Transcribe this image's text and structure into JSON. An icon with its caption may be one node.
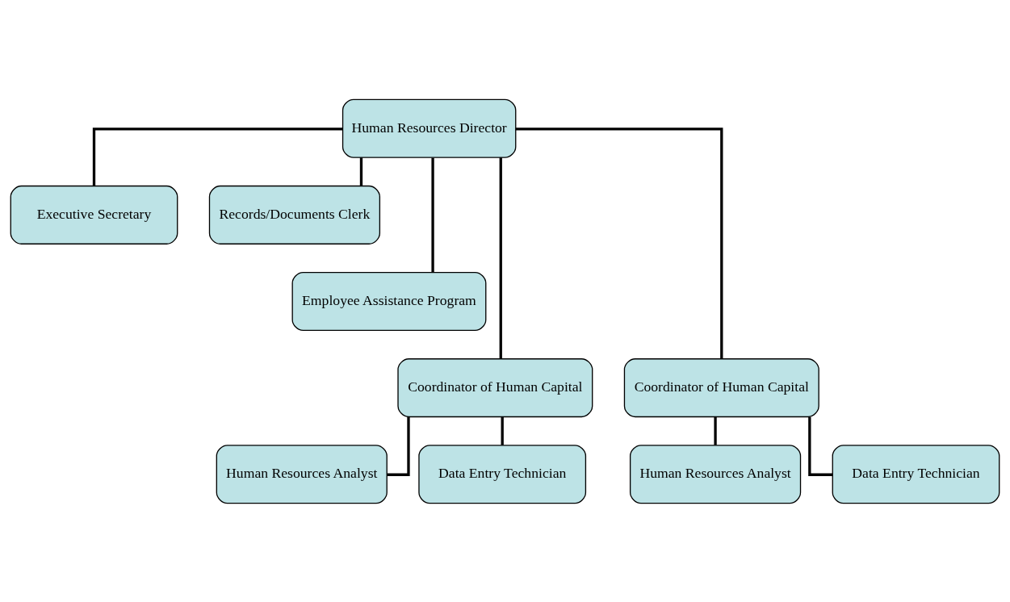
{
  "diagram": {
    "nodes": [
      {
        "text": [
          "Human Resources Director"
        ]
      },
      {
        "text": [
          "Executive Secretary"
        ]
      },
      {
        "text": [
          "Records/Documents Clerk"
        ]
      },
      {
        "text": [
          "Employee Assistance Program"
        ]
      },
      {
        "text": [
          "Coordinator of Human Capital"
        ]
      },
      {
        "text": [
          "Coordinator of Human Capital"
        ]
      },
      {
        "text": [
          "Human Resources Analyst"
        ]
      },
      {
        "text": [
          "Data Entry Technician"
        ]
      },
      {
        "text": [
          "Human Resources Analyst"
        ]
      },
      {
        "text": [
          "Data Entry Technician"
        ]
      }
    ],
    "edges": [
      {
        "from": 0,
        "to": 1,
        "arrow": "none"
      },
      {
        "from": 0,
        "to": 2,
        "arrow": "none"
      },
      {
        "from": 0,
        "to": 3,
        "arrow": "none"
      },
      {
        "from": 0,
        "to": 4,
        "arrow": "none"
      },
      {
        "from": 0,
        "to": 5,
        "arrow": "none"
      },
      {
        "from": 4,
        "to": 6,
        "arrow": "none"
      },
      {
        "from": 4,
        "to": 7,
        "arrow": "none"
      },
      {
        "from": 5,
        "to": 8,
        "arrow": "none"
      },
      {
        "from": 5,
        "to": 9,
        "arrow": "none"
      }
    ]
  }
}
